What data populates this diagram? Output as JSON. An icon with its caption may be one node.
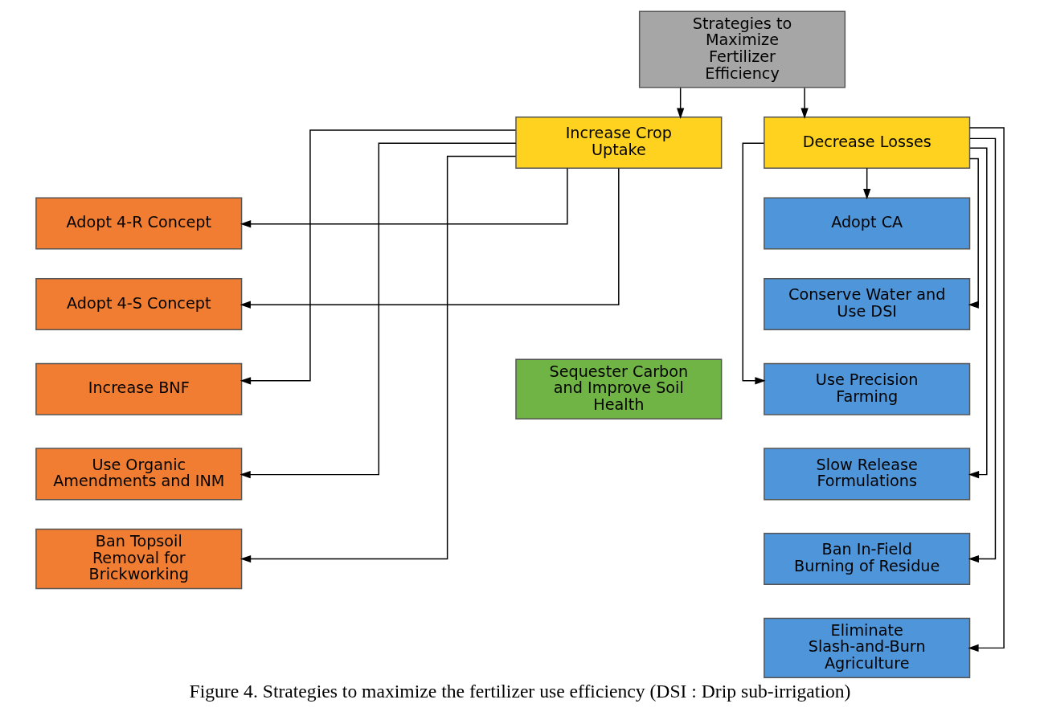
{
  "diagram": {
    "caption": "Figure 4. Strategies to maximize the fertilizer use efficiency (DSI : Drip sub-irrigation)",
    "nodes": [
      {
        "text": [
          "Strategies to Maximize Fertilizer Efficiency"
        ]
      },
      {
        "text": [
          "Increase Crop Uptake"
        ]
      },
      {
        "text": [
          "Decrease Losses"
        ]
      },
      {
        "text": [
          "Adopt 4-R Concept"
        ]
      },
      {
        "text": [
          "Adopt 4-S Concept"
        ]
      },
      {
        "text": [
          "Increase BNF"
        ]
      },
      {
        "text": [
          "Use Organic Amendments and INM"
        ]
      },
      {
        "text": [
          "Ban Topsoil Removal for Brickworking"
        ]
      },
      {
        "text": [
          "Sequester Carbon and Improve Soil Health"
        ]
      },
      {
        "text": [
          "Adopt CA"
        ]
      },
      {
        "text": [
          "Conserve Water and Use DSI"
        ]
      },
      {
        "text": [
          "Use Precision Farming"
        ]
      },
      {
        "text": [
          "Slow Release Formulations"
        ]
      },
      {
        "text": [
          "Ban In-Field Burning of Residue"
        ]
      },
      {
        "text": [
          "Eliminate Slash-and-Burn Agriculture"
        ]
      }
    ],
    "edges": [
      {
        "from": 0,
        "to": 1,
        "arrow": "to"
      },
      {
        "from": 0,
        "to": 2,
        "arrow": "to"
      },
      {
        "from": 1,
        "to": 3,
        "arrow": "to"
      },
      {
        "from": 1,
        "to": 4,
        "arrow": "to"
      },
      {
        "from": 1,
        "to": 5,
        "arrow": "to"
      },
      {
        "from": 1,
        "to": 6,
        "arrow": "to"
      },
      {
        "from": 1,
        "to": 7,
        "arrow": "to"
      },
      {
        "from": 2,
        "to": 9,
        "arrow": "to"
      },
      {
        "from": 2,
        "to": 10,
        "arrow": "to"
      },
      {
        "from": 2,
        "to": 11,
        "arrow": "to"
      },
      {
        "from": 2,
        "to": 12,
        "arrow": "to"
      },
      {
        "from": 2,
        "to": 13,
        "arrow": "to"
      },
      {
        "from": 2,
        "to": 14,
        "arrow": "to"
      }
    ]
  }
}
